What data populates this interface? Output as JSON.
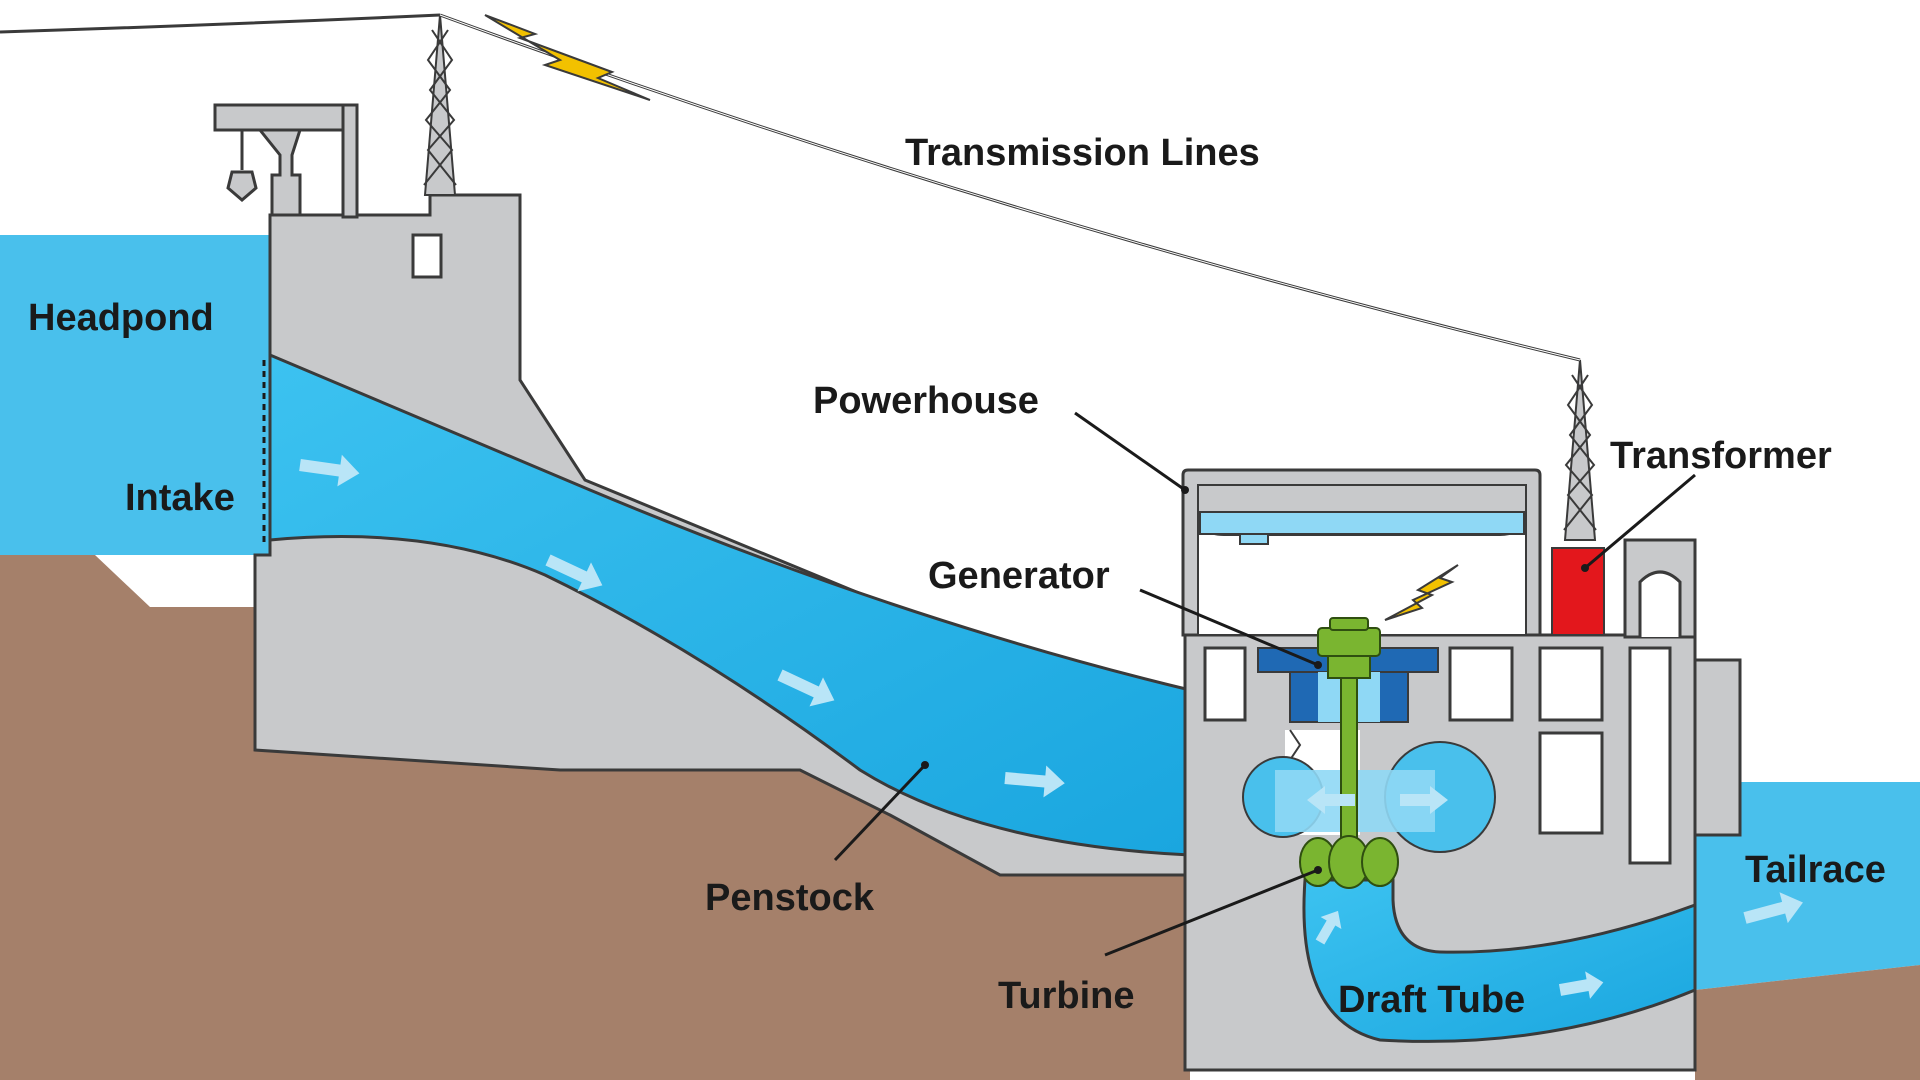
{
  "labels": {
    "transmission_lines": "Transmission Lines",
    "headpond": "Headpond",
    "intake": "Intake",
    "powerhouse": "Powerhouse",
    "transformer": "Transformer",
    "generator": "Generator",
    "penstock": "Penstock",
    "turbine": "Turbine",
    "draft_tube": "Draft Tube",
    "tailrace": "Tailrace"
  },
  "colors": {
    "water": "#2bb8ea",
    "water_light": "#8fd8f5",
    "concrete": "#c8c9cb",
    "concrete_outline": "#3a3a3a",
    "ground": "#a5806a",
    "generator": "#7ab530",
    "transformer": "#e3171c",
    "lightning": "#f2c100",
    "rotor_blue": "#1f69b4"
  },
  "icons": {
    "bolt": "lightning-bolt-icon",
    "flow": "flow-arrow-icon",
    "hook": "crane-hook-icon"
  }
}
